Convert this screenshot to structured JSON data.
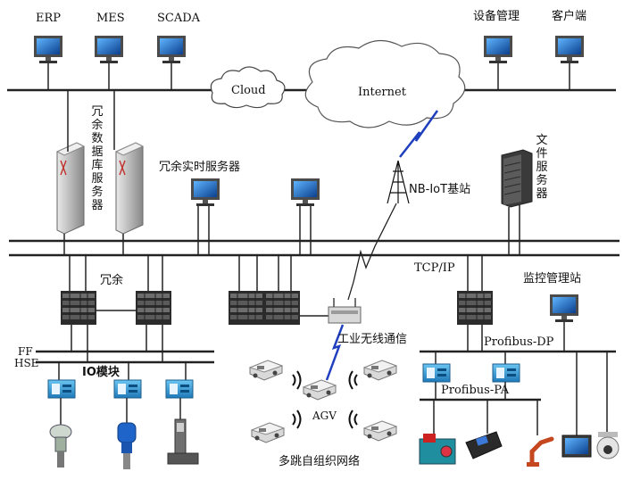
{
  "top_labels": {
    "erp": "ERP",
    "mes": "MES",
    "scada": "SCADA",
    "device_mgmt": "设备管理",
    "client": "客户端"
  },
  "network": {
    "cloud": "Cloud",
    "internet": "Internet",
    "nbiot": "NB-IoT基站",
    "tcpip": "TCP/IP",
    "redundant": "冗余",
    "ff": "FF",
    "hse": "HSE",
    "io_module": "IO模块",
    "wireless": "工业无线通信",
    "agv": "AGV",
    "mesh": "多跳自组织网络",
    "profibus_dp": "Profibus-DP",
    "profibus_pa": "Profibus-PA"
  },
  "servers": {
    "redundant_db": "冗余数据库服务器",
    "realtime": "冗余实时服务器",
    "file": "文件服务器",
    "monitor": "监控管理站"
  },
  "colors": {
    "line": "#222222",
    "screen": "#1a6bc9",
    "wireless": "#1f3fbf",
    "module": "#2f9fd8",
    "server_dark": "#3a3a3a"
  }
}
